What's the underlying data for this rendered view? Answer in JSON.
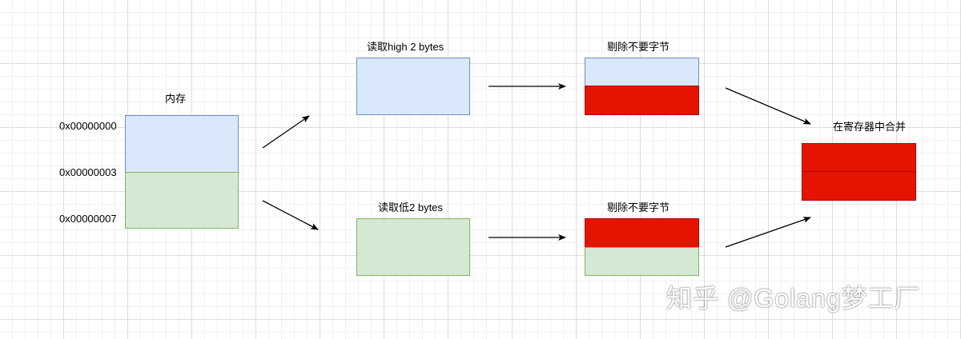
{
  "memory": {
    "title": "内存",
    "addresses": [
      "0x00000000",
      "0x00000003",
      "0x00000007"
    ]
  },
  "read_high": {
    "label": "读取high 2 bytes"
  },
  "read_low": {
    "label": "读取低2 bytes"
  },
  "discard_top": {
    "label": "剔除不要字节"
  },
  "discard_bottom": {
    "label": "剔除不要字节"
  },
  "merge": {
    "label": "在寄存器中合并"
  },
  "watermark": "知乎 @Golang梦工厂",
  "colors": {
    "blue_fill": "#dae8fc",
    "blue_stroke": "#6c8ebf",
    "green_fill": "#d5e8d4",
    "green_stroke": "#82b366",
    "red_fill": "#e51400",
    "red_stroke": "#b20000"
  }
}
